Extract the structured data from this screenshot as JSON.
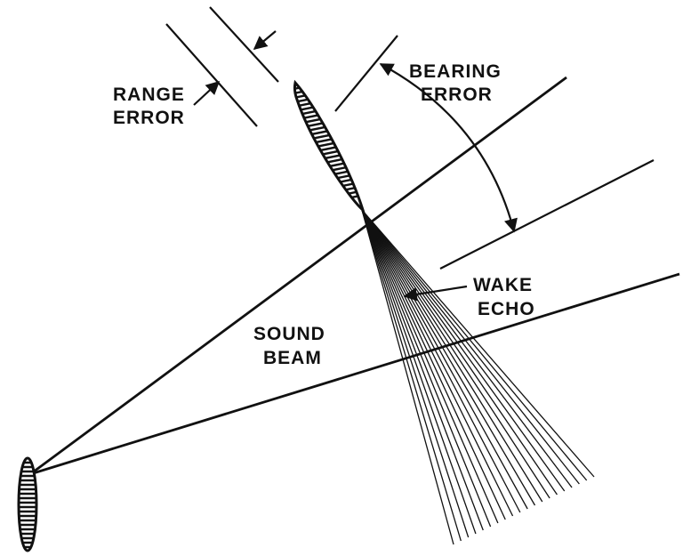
{
  "labels": {
    "range_error": [
      "RANGE",
      "ERROR"
    ],
    "bearing_error": [
      "BEARING",
      "ERROR"
    ],
    "sound_beam": [
      "SOUND",
      "BEAM"
    ],
    "wake_echo": [
      "WAKE",
      "ECHO"
    ]
  },
  "colors": {
    "ink": "#111111",
    "background": "#ffffff"
  }
}
